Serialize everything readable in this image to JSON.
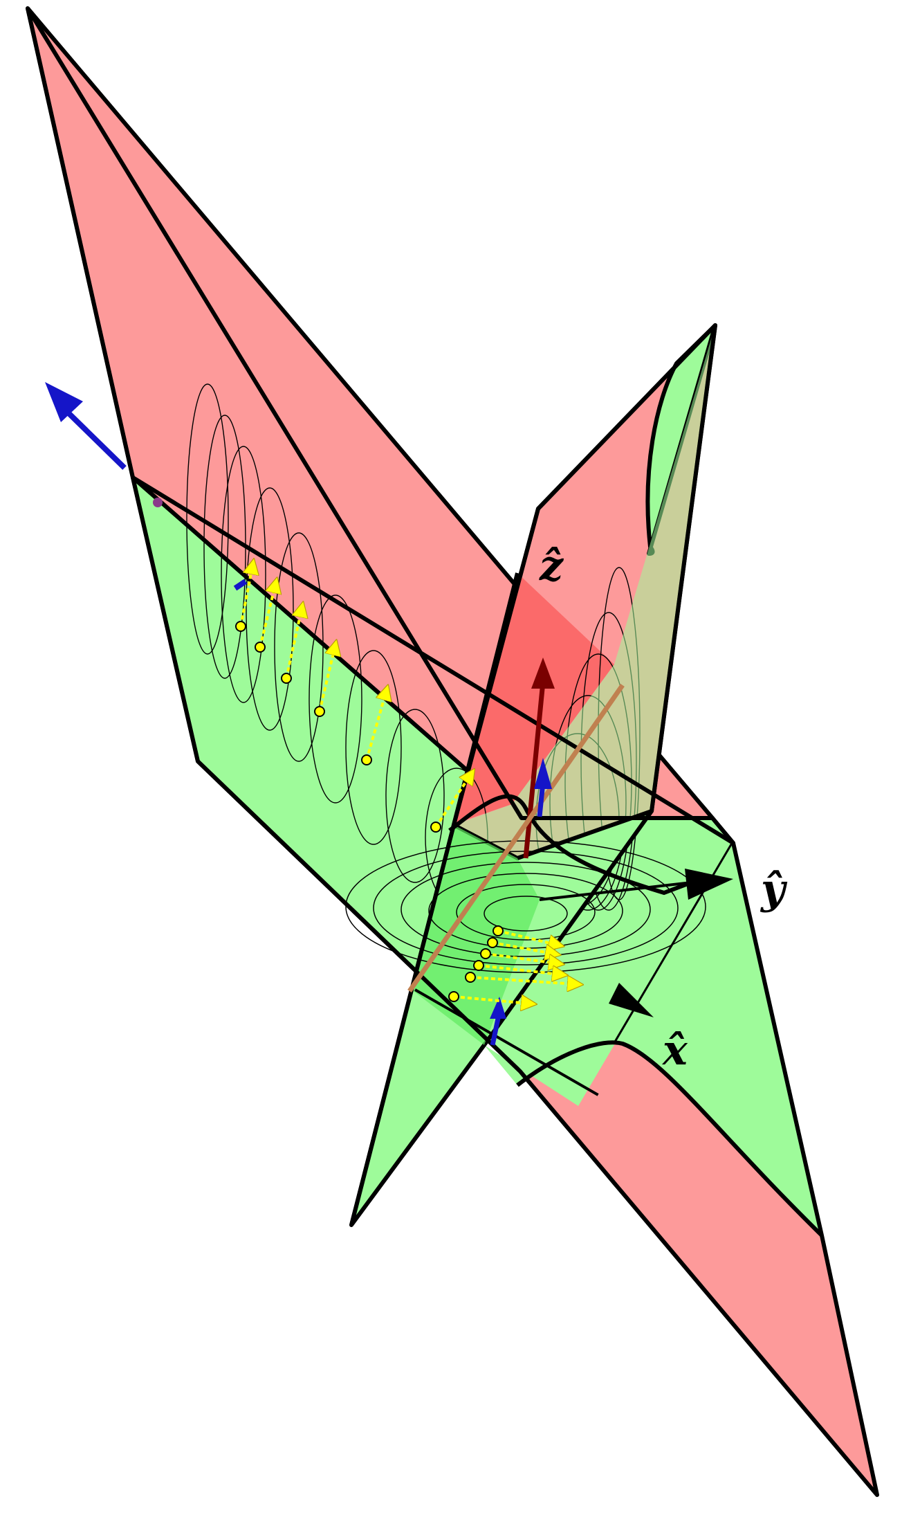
{
  "axes": {
    "x_label": "x̂",
    "y_label": "ŷ",
    "z_label": "ẑ"
  },
  "colors": {
    "stable_region": "#9efb9a",
    "unstable_region": "#fd9a9a",
    "intersection_region": "#fb6a6a",
    "vector_marker": "#ffff00",
    "normal_vector": "#1515c8",
    "edge": "#000000"
  },
  "icons": {
    "vector_marker": "yellow-arrow",
    "normal_vector": "blue-arrow",
    "axis_vector": "black-arrow"
  }
}
